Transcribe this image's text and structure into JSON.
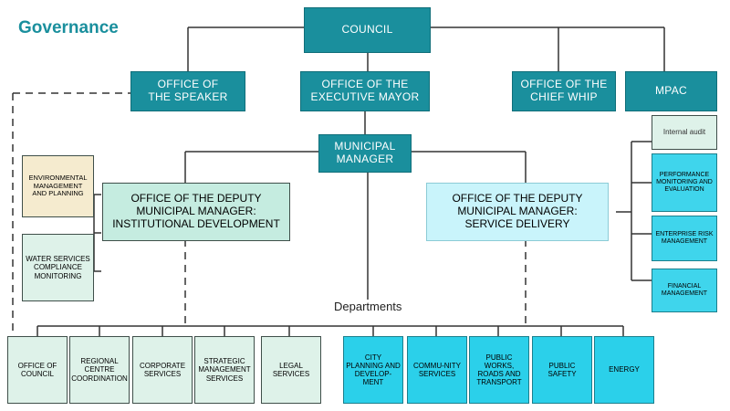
{
  "title": "Governance",
  "departments_label": "Departments",
  "top": {
    "council": "COUNCIL",
    "speaker": "OFFICE OF THE SPEAKER",
    "mayor": "OFFICE OF THE EXECUTIVE MAYOR",
    "whip": "OFFICE OF THE CHIEF WHIP",
    "mpac": "MPAC",
    "municipal_manager": "MUNICIPAL MANAGER"
  },
  "deputies": {
    "institutional": "OFFICE OF THE DEPUTY MUNICIPAL MANAGER: INSTITUTIONAL DEVELOPMENT",
    "service": "OFFICE OF THE DEPUTY MUNICIPAL MANAGER: SERVICE DELIVERY"
  },
  "left_units": {
    "environmental": "ENVIRONMENTAL MANAGEMENT AND PLANNING",
    "water": "WATER SERVICES COMPLIANCE MONITORING"
  },
  "right_units": [
    "Internal audit",
    "PERFORMANCE MONITORING AND EVALUATION",
    "ENTERPRISE RISK MANAGEMENT",
    "FINANCIAL MANAGEMENT"
  ],
  "institutional_departments": [
    "OFFICE OF COUNCIL",
    "REGIONAL CENTRE COORDINATION",
    "CORPORATE SERVICES",
    "STRATEGIC MANAGEMENT SERVICES",
    "LEGAL SERVICES"
  ],
  "service_departments": [
    "CITY PLANNING AND DEVELOP-MENT",
    "COMMU-NITY SERVICES",
    "PUBLIC WORKS, ROADS AND TRANSPORT",
    "PUBLIC SAFETY",
    "ENERGY"
  ],
  "colors": {
    "teal": "#1a8f9d",
    "mint": "#def2e9",
    "tan": "#f5ebcf",
    "cyan": "#2bd0ea",
    "deputy_institutional": "#c5ece0",
    "deputy_service": "#c9f4fb"
  }
}
